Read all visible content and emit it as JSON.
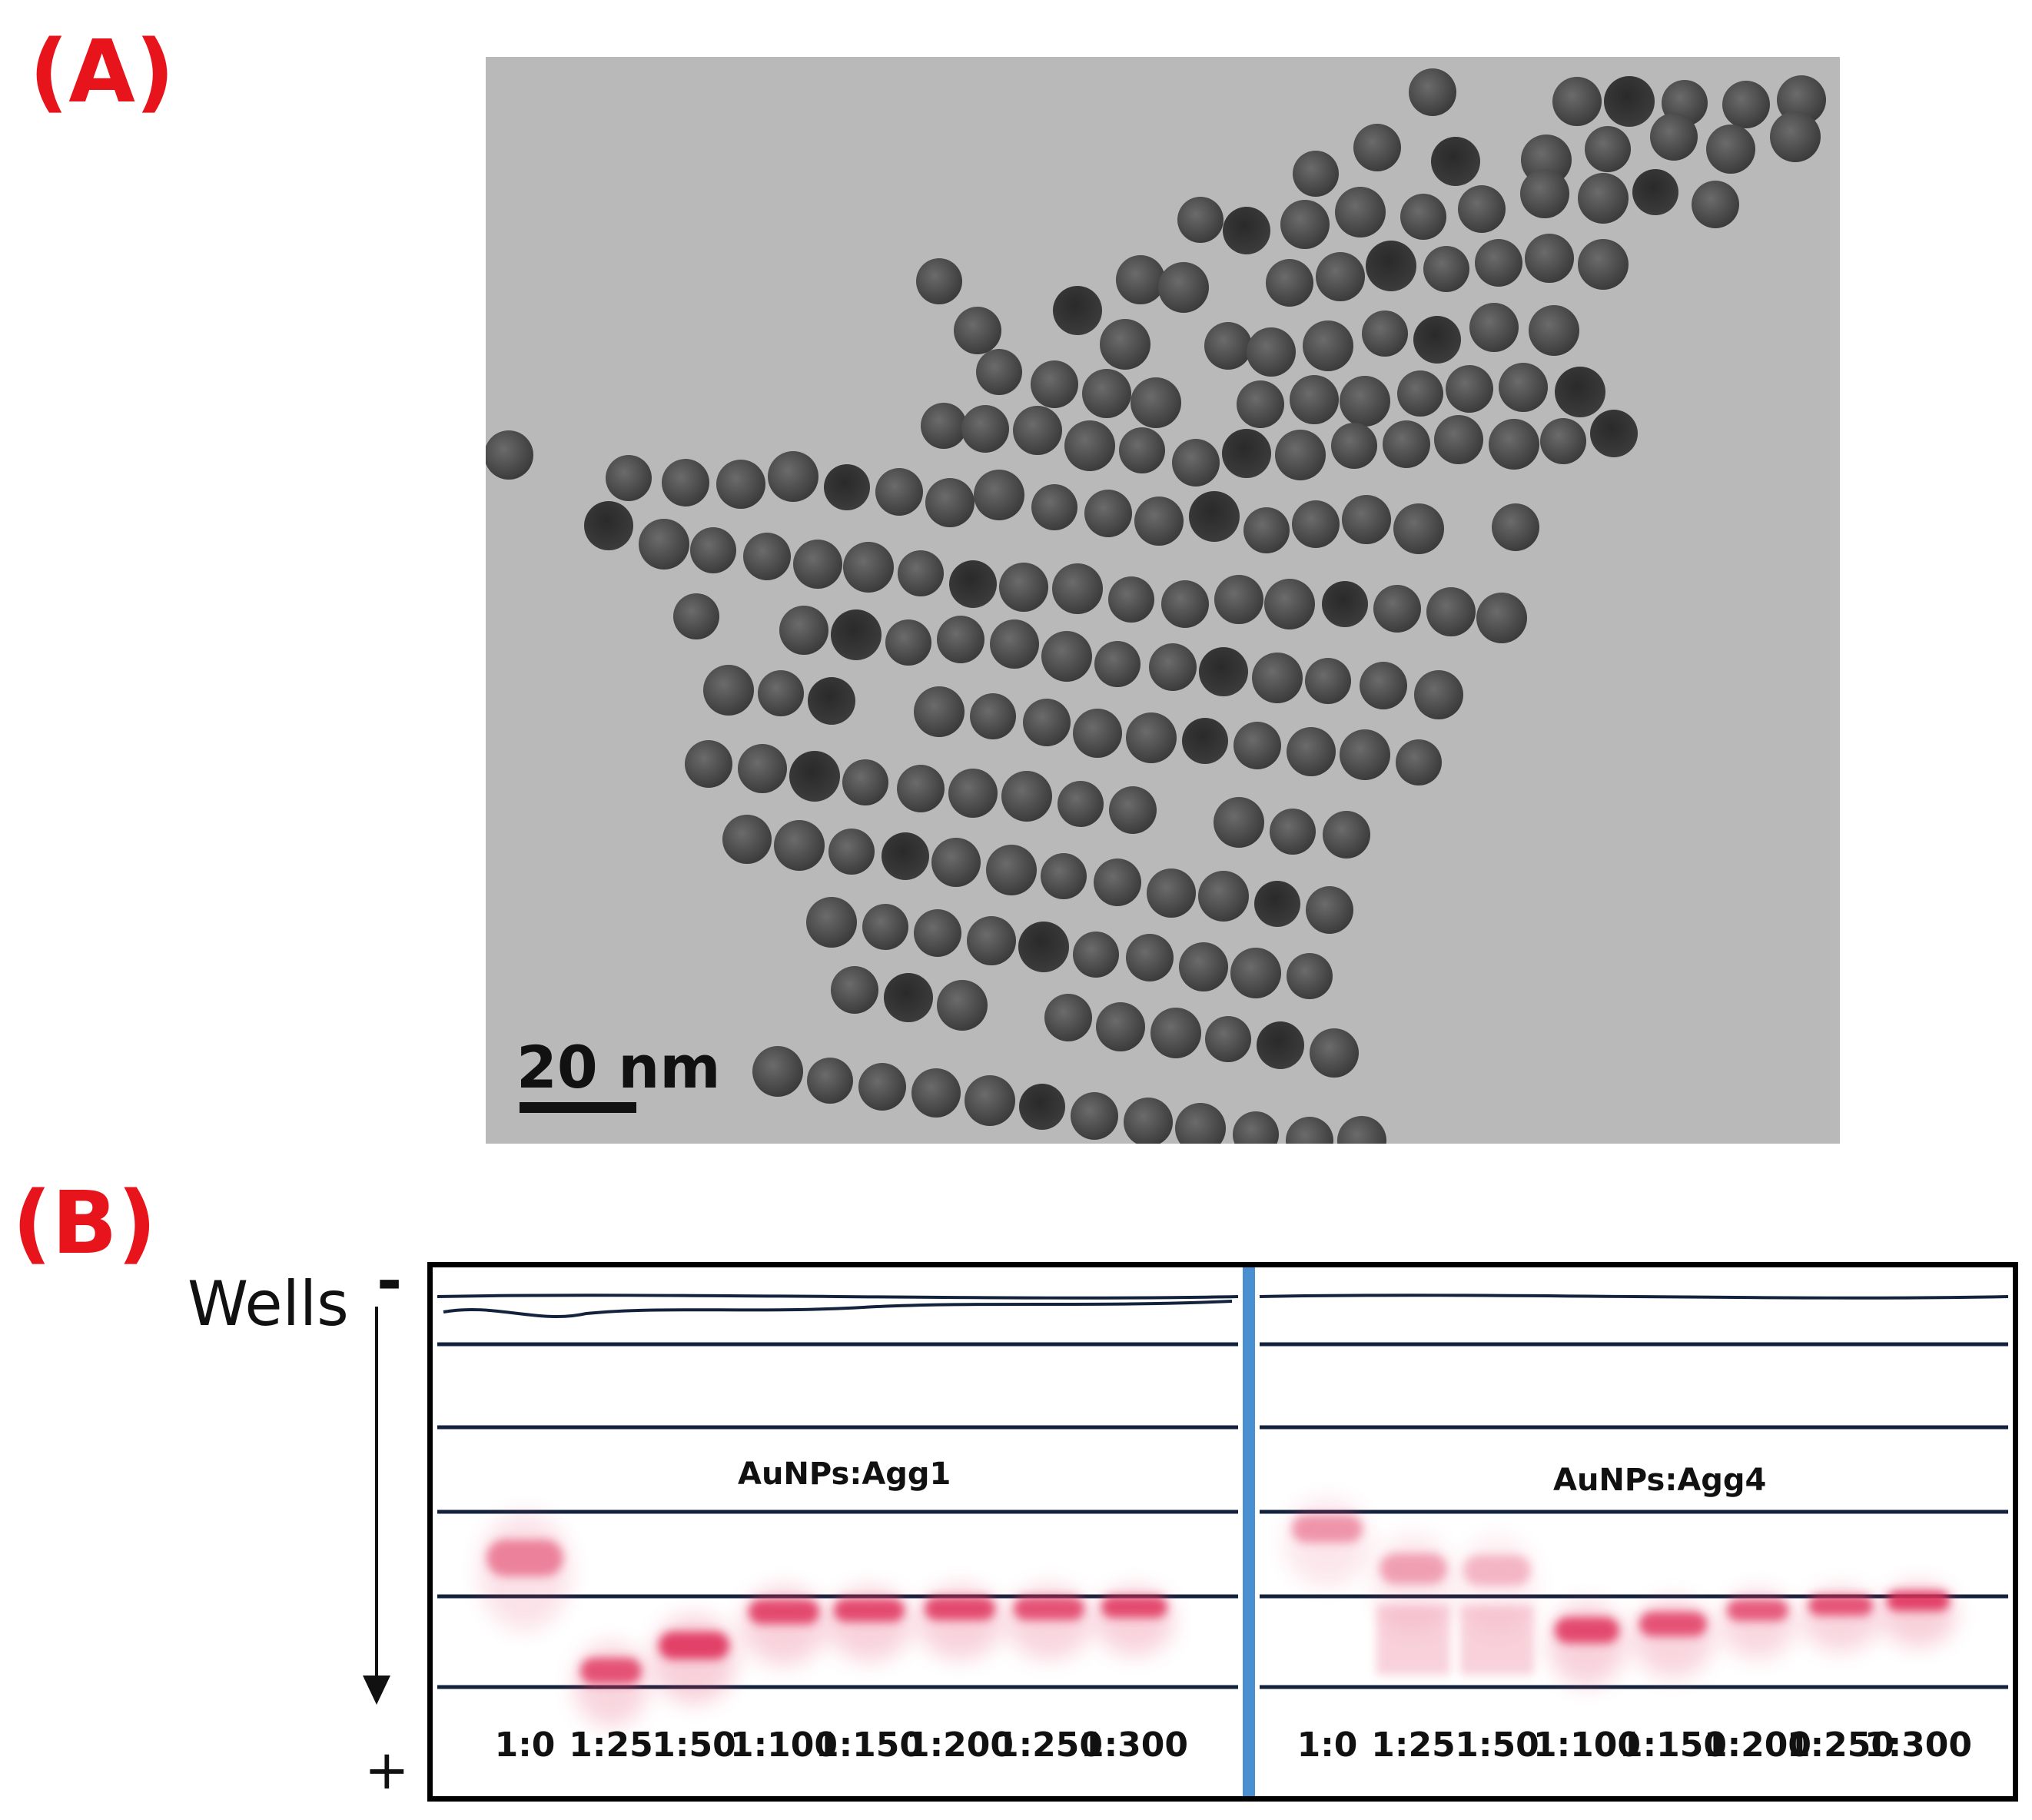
{
  "panel_a": {
    "label": "(A)",
    "scale_bar_label": "20 nm"
  },
  "panel_b": {
    "label": "(B)",
    "wells_label": "Wells",
    "negative_sign": "-",
    "positive_sign": "+",
    "groups": [
      {
        "name": "AuNPs:Agg1",
        "lanes": [
          "1:0",
          "1:25",
          "1:50",
          "1:100",
          "1:150",
          "1:200",
          "1:250",
          "1:300"
        ]
      },
      {
        "name": "AuNPs:Agg4",
        "lanes": [
          "1:0",
          "1:25",
          "1:50",
          "1:100",
          "1:150",
          "1:200",
          "1:250",
          "1:300"
        ]
      }
    ],
    "colors": {
      "band": "#e0305c",
      "divider": "#4a90d0",
      "gel_line": "#14233d"
    }
  }
}
